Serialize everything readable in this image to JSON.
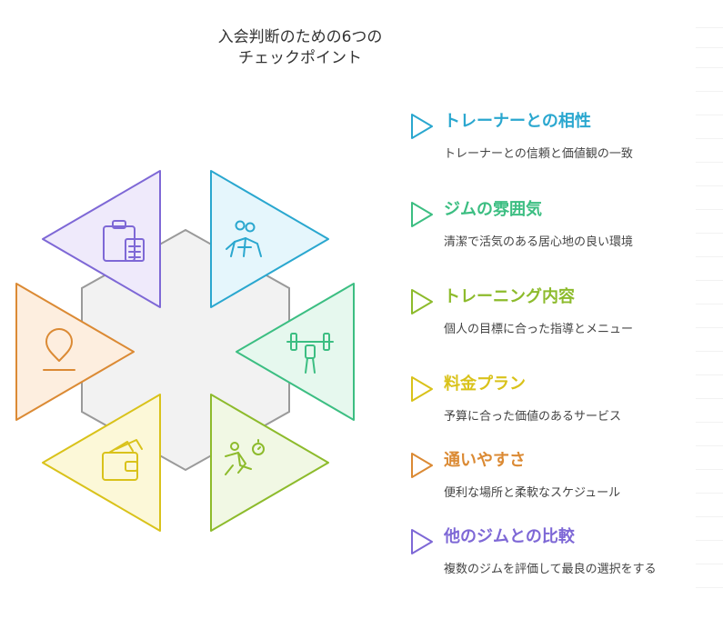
{
  "title": {
    "line1": "入会判断のための6つの",
    "line2": "チェックポイント"
  },
  "items": [
    {
      "heading": "トレーナーとの相性",
      "desc": "トレーナーとの信頼と価値観の一致",
      "color": "#2AA7CF",
      "icon": "trainer-icon"
    },
    {
      "heading": "ジムの雰囲気",
      "desc": "清潔で活気のある居心地の良い環境",
      "color": "#3CBE82",
      "icon": "gym-atmosphere-icon"
    },
    {
      "heading": "トレーニング内容",
      "desc": "個人の目標に合った指導とメニュー",
      "color": "#8DBB2C",
      "icon": "barbell-icon"
    },
    {
      "heading": "料金プラン",
      "desc": "予算に合った価値のあるサービス",
      "color": "#D9C21A",
      "icon": "wallet-icon"
    },
    {
      "heading": "通いやすさ",
      "desc": "便利な場所と柔軟なスケジュール",
      "color": "#DB8A34",
      "icon": "location-pin-icon"
    },
    {
      "heading": "他のジムとの比較",
      "desc": "複数のジムを評価して最良の選択をする",
      "color": "#7E68D6",
      "icon": "clipboard-icon"
    }
  ],
  "colors": {
    "hexagon_fill": "#F2F2F2",
    "hexagon_stroke": "#9A9A9A",
    "title_text": "#333333",
    "desc_text": "#444444"
  }
}
